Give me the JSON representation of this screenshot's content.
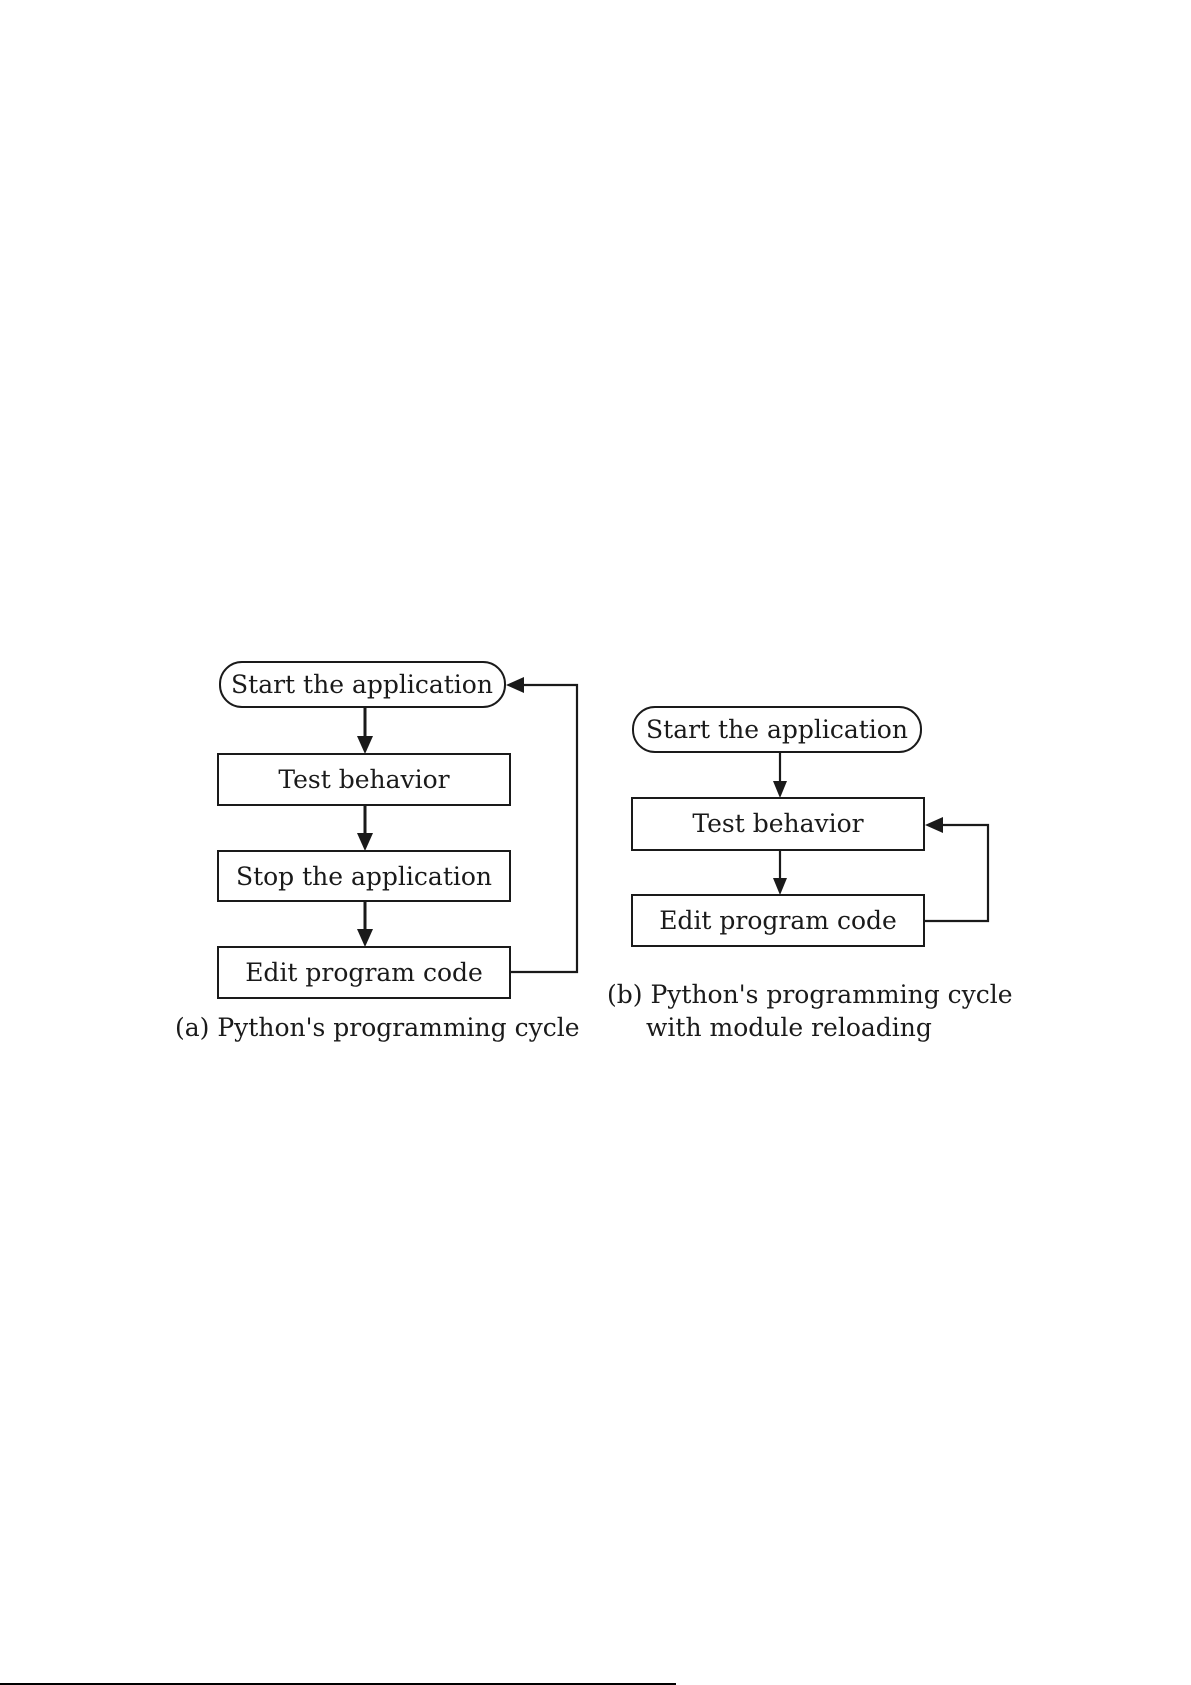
{
  "diagram_a": {
    "nodes": [
      "Start the application",
      "Test behavior",
      "Stop the application",
      "Edit program code"
    ],
    "caption": "(a) Python's programming cycle"
  },
  "diagram_b": {
    "nodes": [
      "Start the application",
      "Test behavior",
      "Edit program code"
    ],
    "caption_line1": "(b) Python's programming cycle",
    "caption_line2": "with module reloading"
  }
}
